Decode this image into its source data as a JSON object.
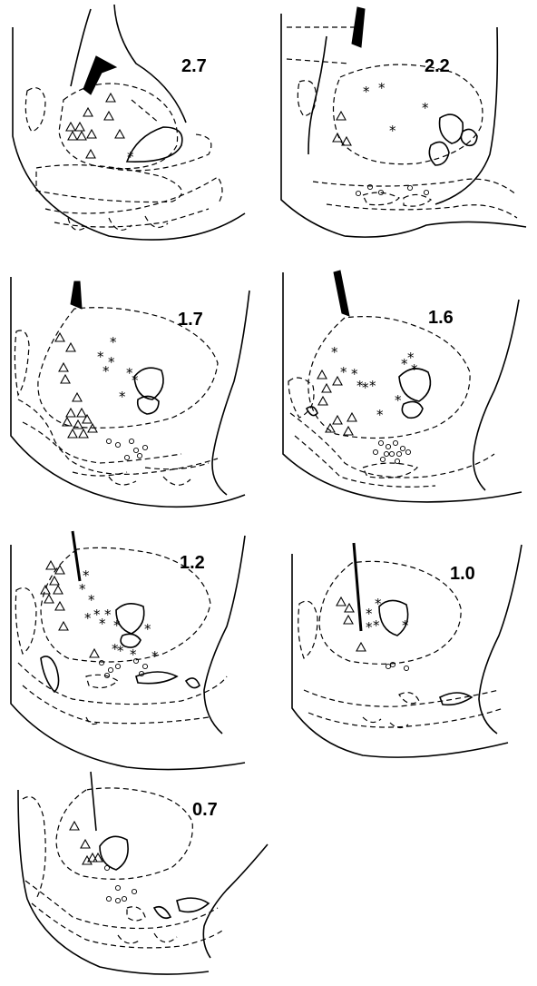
{
  "panels": [
    {
      "id": "p27",
      "label": "2.7"
    },
    {
      "id": "p22",
      "label": "2.2"
    },
    {
      "id": "p17",
      "label": "1.7"
    },
    {
      "id": "p16",
      "label": "1.6"
    },
    {
      "id": "p12",
      "label": "1.2"
    },
    {
      "id": "p10",
      "label": "1.0"
    },
    {
      "id": "p07",
      "label": "0.7"
    }
  ],
  "marker_symbols": {
    "triangle": "triangle-marker",
    "star": "star-marker",
    "circle": "circle-marker"
  }
}
